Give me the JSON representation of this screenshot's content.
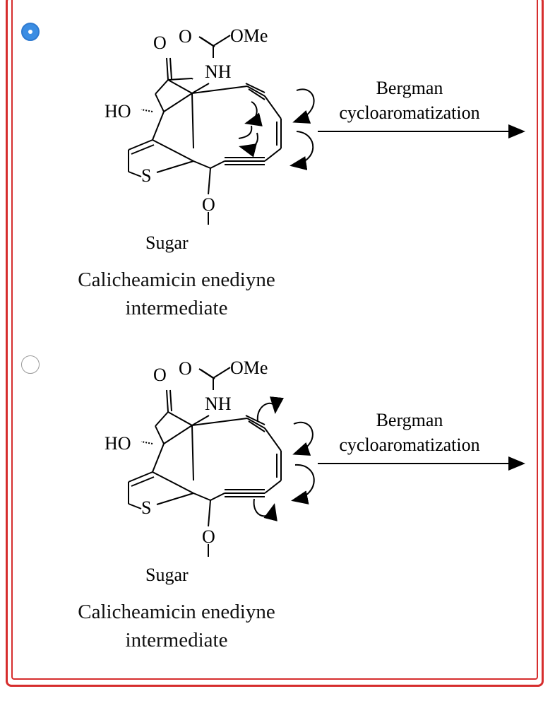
{
  "options": [
    {
      "selected": true,
      "labels": {
        "o": "O",
        "o2": "O",
        "ome": "OMe",
        "nh": "NH",
        "ho": "HO",
        "s": "S",
        "o3": "O",
        "sugar": "Sugar"
      },
      "arrow_label_line1": "Bergman",
      "arrow_label_line2": "cycloaromatization",
      "caption_line1": "Calicheamicin enediyne",
      "caption_line2": "intermediate"
    },
    {
      "selected": false,
      "labels": {
        "o": "O",
        "o2": "O",
        "ome": "OMe",
        "nh": "NH",
        "ho": "HO",
        "s": "S",
        "o3": "O",
        "sugar": "Sugar"
      },
      "arrow_label_line1": "Bergman",
      "arrow_label_line2": "cycloaromatization",
      "caption_line1": "Calicheamicin enediyne",
      "caption_line2": "intermediate"
    }
  ],
  "colors": {
    "frame": "#d62d2d",
    "radio_selected": "#3b8de3"
  }
}
